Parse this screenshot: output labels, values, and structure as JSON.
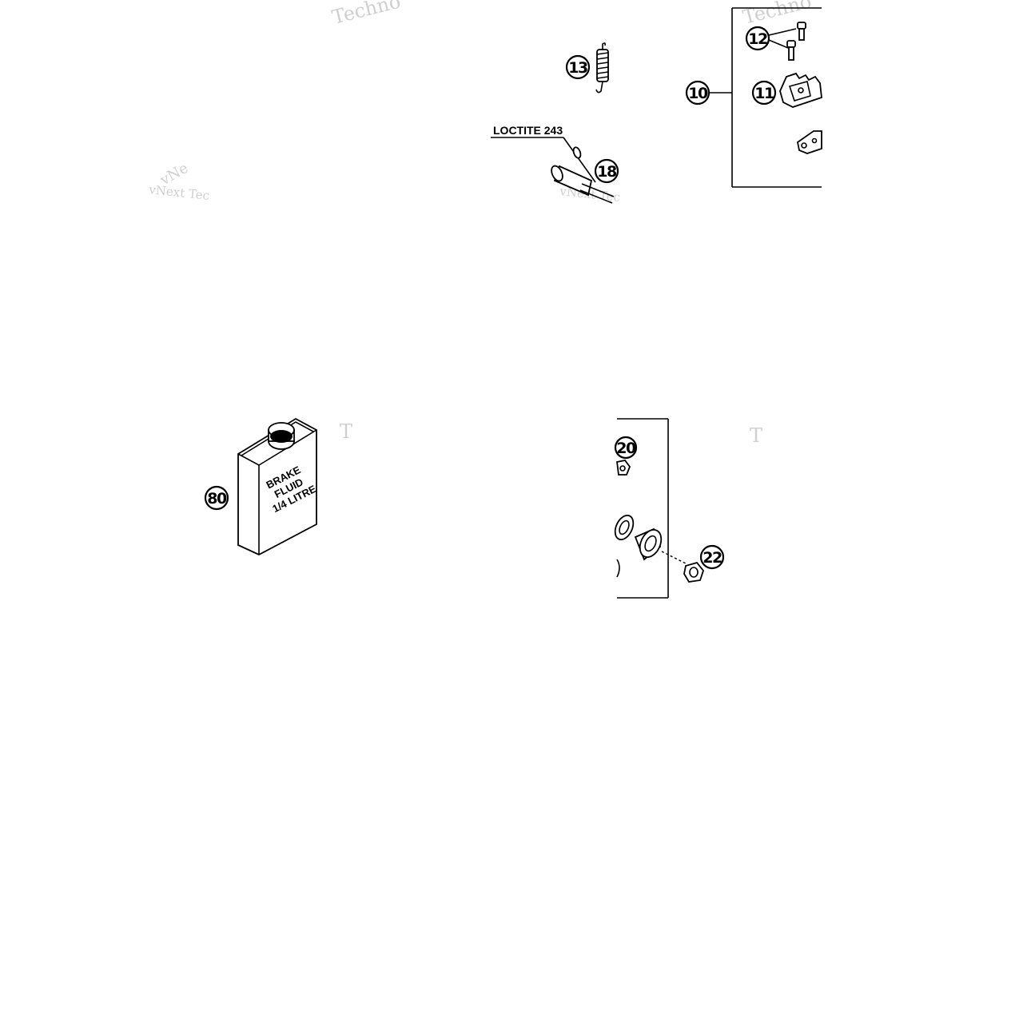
{
  "diagram": {
    "callouts": [
      {
        "id": "10",
        "label": "10"
      },
      {
        "id": "11",
        "label": "11"
      },
      {
        "id": "12",
        "label": "12"
      },
      {
        "id": "13",
        "label": "13"
      },
      {
        "id": "18",
        "label": "18"
      },
      {
        "id": "20",
        "label": "20"
      },
      {
        "id": "22",
        "label": "22"
      },
      {
        "id": "80",
        "label": "80"
      }
    ],
    "note_label": "LOCTITE 243",
    "bottle_text": [
      "BRAKE",
      "FLUID",
      "1/4 LITRE"
    ],
    "watermarks": [
      "Techno",
      "vNext Tec",
      "Techno",
      "vNext Tec",
      "T",
      "T",
      "vNe"
    ]
  }
}
